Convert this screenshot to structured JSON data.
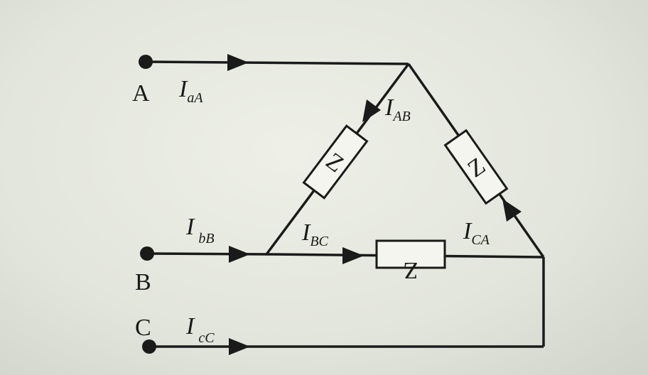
{
  "nodes": {
    "a": "A",
    "b": "B",
    "c": "C"
  },
  "currents": {
    "aA": {
      "main": "I",
      "sub": "aA"
    },
    "bB": {
      "main": "I",
      "sub": "bB"
    },
    "cC": {
      "main": "I",
      "sub": "cC"
    },
    "AB": {
      "main": "I",
      "sub": "AB"
    },
    "BC": {
      "main": "I",
      "sub": "BC"
    },
    "CA": {
      "main": "I",
      "sub": "CA"
    }
  },
  "impedance": {
    "label": "Z"
  },
  "colors": {
    "ink": "#1a1a1a"
  }
}
